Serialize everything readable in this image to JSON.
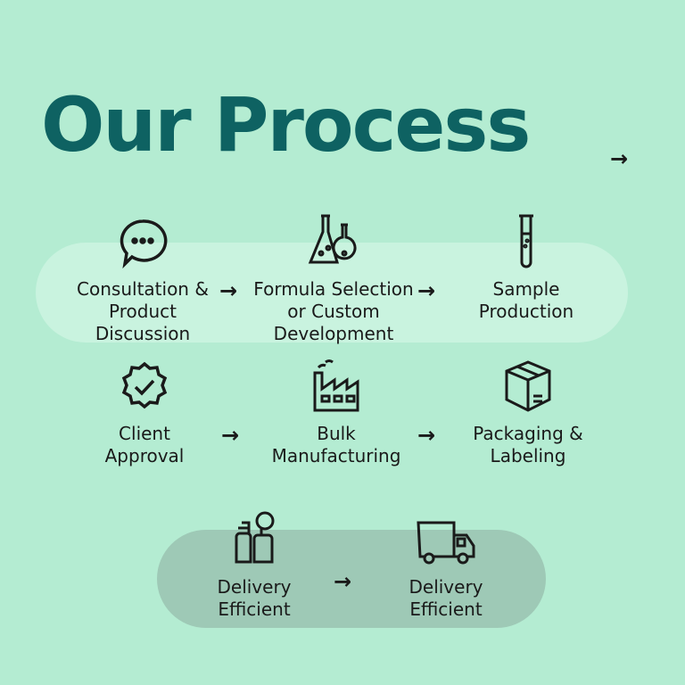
{
  "title": "Our Process",
  "header_arrow": "→",
  "arrow_glyph": "→",
  "colors": {
    "background": "#b4ecd2",
    "title": "#0e6262",
    "pill_light": "#c9f3df",
    "pill_dark": "#9ec9b6"
  },
  "steps": [
    {
      "icon": "chat-bubble-icon",
      "lines": [
        "Consultation &",
        "Product",
        "Discussion"
      ]
    },
    {
      "icon": "lab-flasks-icon",
      "lines": [
        "Formula Selection",
        "or Custom",
        "Development"
      ]
    },
    {
      "icon": "test-tube-icon",
      "lines": [
        "Sample",
        "Production"
      ]
    },
    {
      "icon": "approval-badge-icon",
      "lines": [
        "Client",
        "Approval"
      ]
    },
    {
      "icon": "factory-icon",
      "lines": [
        "Bulk",
        "Manufacturing"
      ]
    },
    {
      "icon": "box-icon",
      "lines": [
        "Packaging &",
        "Labeling"
      ]
    },
    {
      "icon": "bottles-icon",
      "lines": [
        "Delivery",
        "Efficient"
      ]
    },
    {
      "icon": "truck-icon",
      "lines": [
        "Delivery",
        "Efficient"
      ]
    }
  ]
}
